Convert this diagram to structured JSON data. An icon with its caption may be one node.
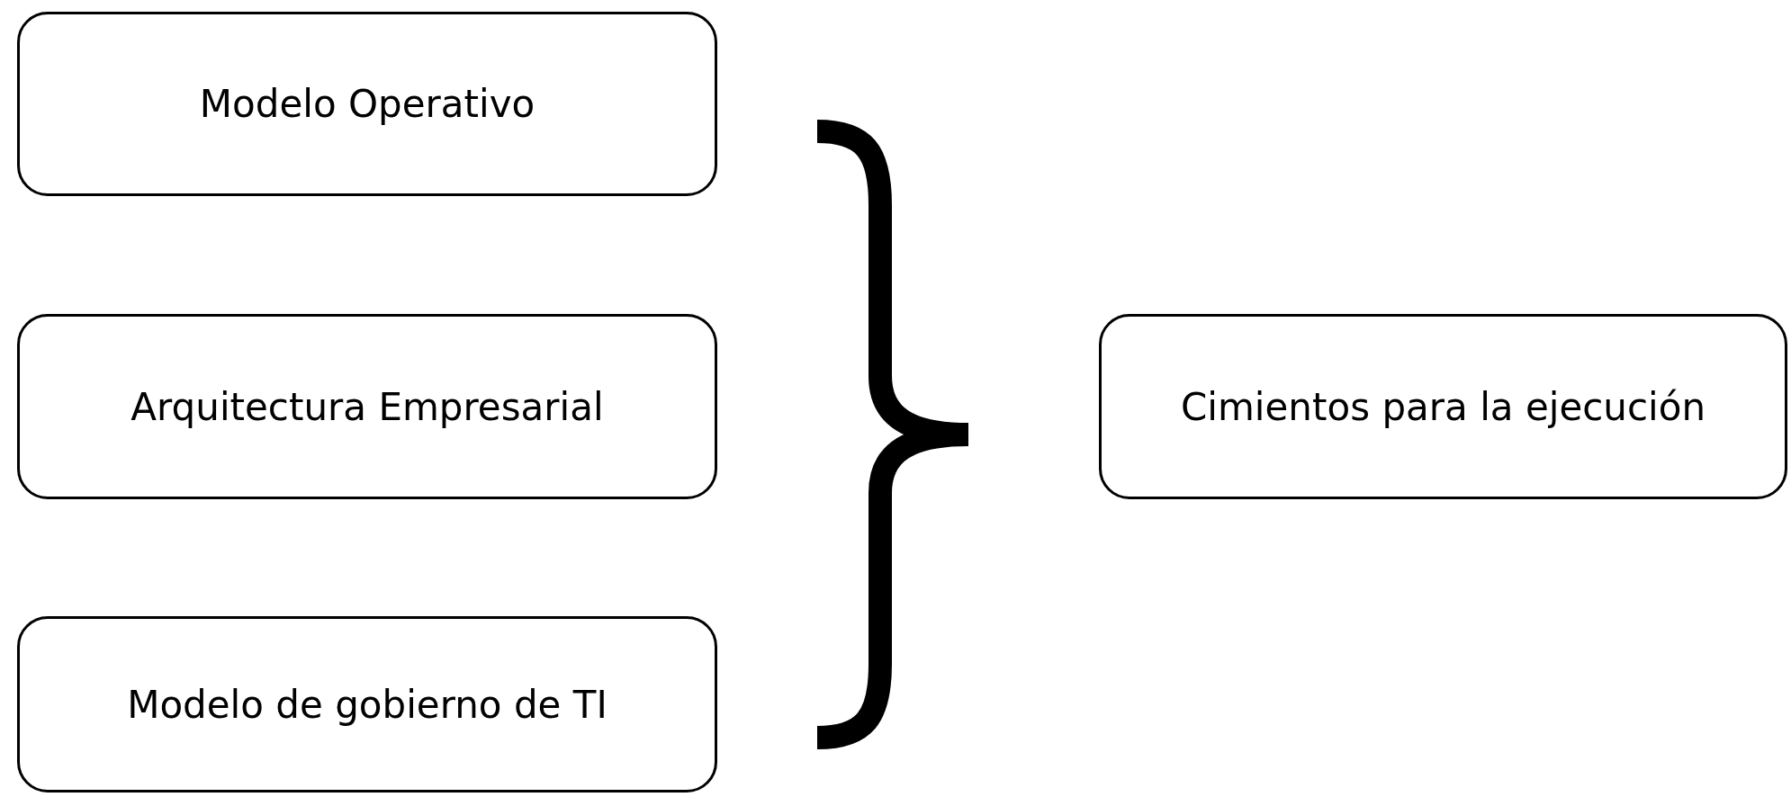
{
  "diagram": {
    "nodes": [
      {
        "text": [
          "Modelo Operativo"
        ]
      },
      {
        "text": [
          "Arquitectura Empresarial"
        ]
      },
      {
        "text": [
          "Modelo de gobierno de TI"
        ]
      },
      {
        "text": [
          "Cimientos para la ejecución"
        ]
      }
    ]
  }
}
